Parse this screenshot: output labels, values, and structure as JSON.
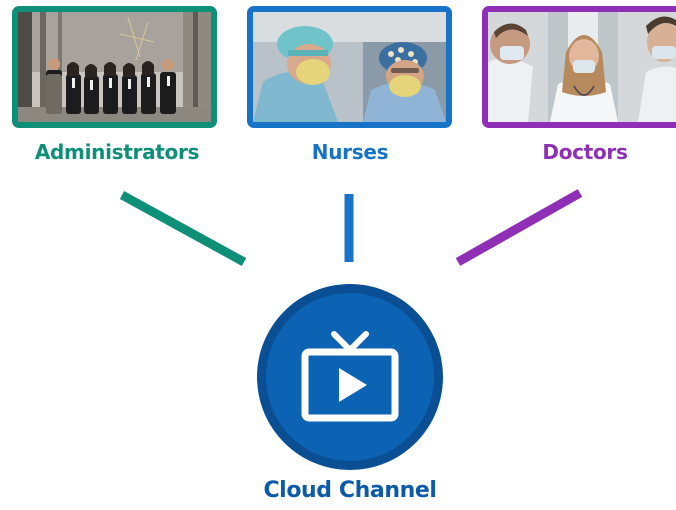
{
  "roles": {
    "administrators": {
      "label": "Administrators",
      "color": "#0e8f78"
    },
    "nurses": {
      "label": "Nurses",
      "color": "#1673c7"
    },
    "doctors": {
      "label": "Doctors",
      "color": "#8e2fb6"
    }
  },
  "hub": {
    "label": "Cloud Channel",
    "icon": "tv-play-icon",
    "circle_color": "#0c63b3",
    "ring_color": "#0a4f94",
    "label_color": "#0c5aa8"
  }
}
